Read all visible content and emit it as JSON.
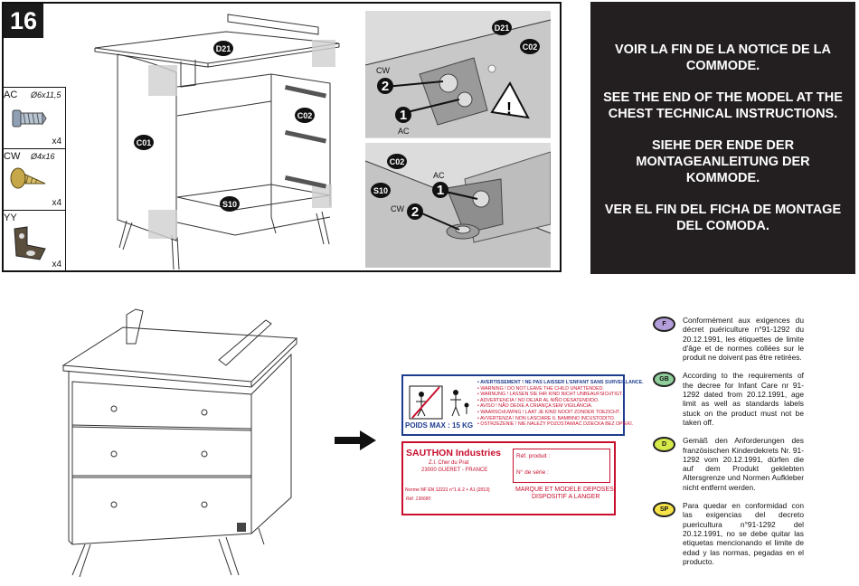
{
  "step": {
    "number": "16"
  },
  "parts": [
    {
      "code": "AC",
      "size": "Ø6x11,5",
      "qty": "x4",
      "icon": "screw-ac-icon"
    },
    {
      "code": "CW",
      "size": "Ø4x16",
      "qty": "x4",
      "icon": "screw-cw-icon"
    },
    {
      "code": "YY",
      "size": "",
      "qty": "x4",
      "icon": "bracket-yy-icon"
    }
  ],
  "main_drawing": {
    "labels": {
      "top": "D21",
      "side": "C01",
      "drawer_side": "C02",
      "bottom": "S10"
    }
  },
  "detail_top": {
    "labels": {
      "top": "D21",
      "side": "C02",
      "cw": "CW",
      "ac": "AC",
      "n1": "1",
      "n2": "2"
    }
  },
  "detail_bottom": {
    "labels": {
      "side": "C02",
      "bottom": "S10",
      "ac": "AC",
      "cw": "CW",
      "n1": "1",
      "n2": "2"
    }
  },
  "notice": {
    "fr": "VOIR LA FIN DE LA NOTICE DE LA COMMODE.",
    "en": "SEE THE END OF THE MODEL AT THE CHEST TECHNICAL INSTRUCTIONS.",
    "de": "SIEHE DER ENDE DER MONTAGEANLEITUNG DER KOMMODE.",
    "es": "VER EL FIN DEL FICHA DE MONTAGE DEL COMODA."
  },
  "warning_label": {
    "lines": [
      "• AVERTISSEMENT ! NE PAS LAISSER L'ENFANT SANS SURVEILLANCE.",
      "• WARNING ! DO NOT LEAVE THE CHILD UNATTENDED.",
      "• WARNUNG ! LASSEN SIE IHR KIND NICHT UNBEAUFSICHTIGT.",
      "• ADVERTENCIA ! NO DEJAR AL NIÑO DESATENDIDO.",
      "• AVISO ! NÃO DEIXE A CRIANÇA SEM VIGILÂNCIA.",
      "• WAARSCHUWING ! LAAT JE KIND NOOIT ZONDER TOEZICHT.",
      "• AVVERTENZA ! NON LASCIARE IL BAMBINO INCUSTODITO.",
      "• OSTRZEŻENIE ! NIE NALEŻY POZOSTAWIAĆ DZIECKA BEZ OPIEKI."
    ],
    "poids": "POIDS MAX : 15 KG"
  },
  "company_label": {
    "name": "SAUTHON Industries",
    "address1": "Z.I. Cher du Prat",
    "address2": "23000 GUERET - FRANCE",
    "produit": "Réf. produit :",
    "serie": "N° de série :",
    "norme": "Norme NF EN 12221 n°1 & 2 + A1 (2013)",
    "ref": "Réf. 136680",
    "deposes": "MARQUE ET MODELE DEPOSES",
    "dispositif": "DISPOSITIF A LANGER"
  },
  "languages": [
    {
      "flag": "F",
      "color": "#b39ddb",
      "text": "Conformément aux exigences du décret puériculture n°91-1292 du 20.12.1991, les étiquettes de limite d'âge et de normes collées sur le produit ne doivent pas être retirées."
    },
    {
      "flag": "GB",
      "color": "#8fce9a",
      "text": "According to the requirements of the decree for Infant Care nr 91-1292 dated from 20.12.1991, age limit as well as standards labels stuck on the product must not be taken off."
    },
    {
      "flag": "D",
      "color": "#d6ea4a",
      "text": "Gemäß den Anforderungen des französischen Kinderdekrets Nr. 91-1292 vom 20.12.1991, dürfen die auf dem Produkt geklebten Altersgrenze und Normen Aufkleber nicht entfernt werden."
    },
    {
      "flag": "SP",
      "color": "#f6e34a",
      "text": "Para quedar en conformidad con las exigencias del decreto puericultura n°91-1292 del 20.12.1991, no se debe quitar las etiquetas mencionando el limite de edad y las normas, pegadas en el producto."
    }
  ]
}
